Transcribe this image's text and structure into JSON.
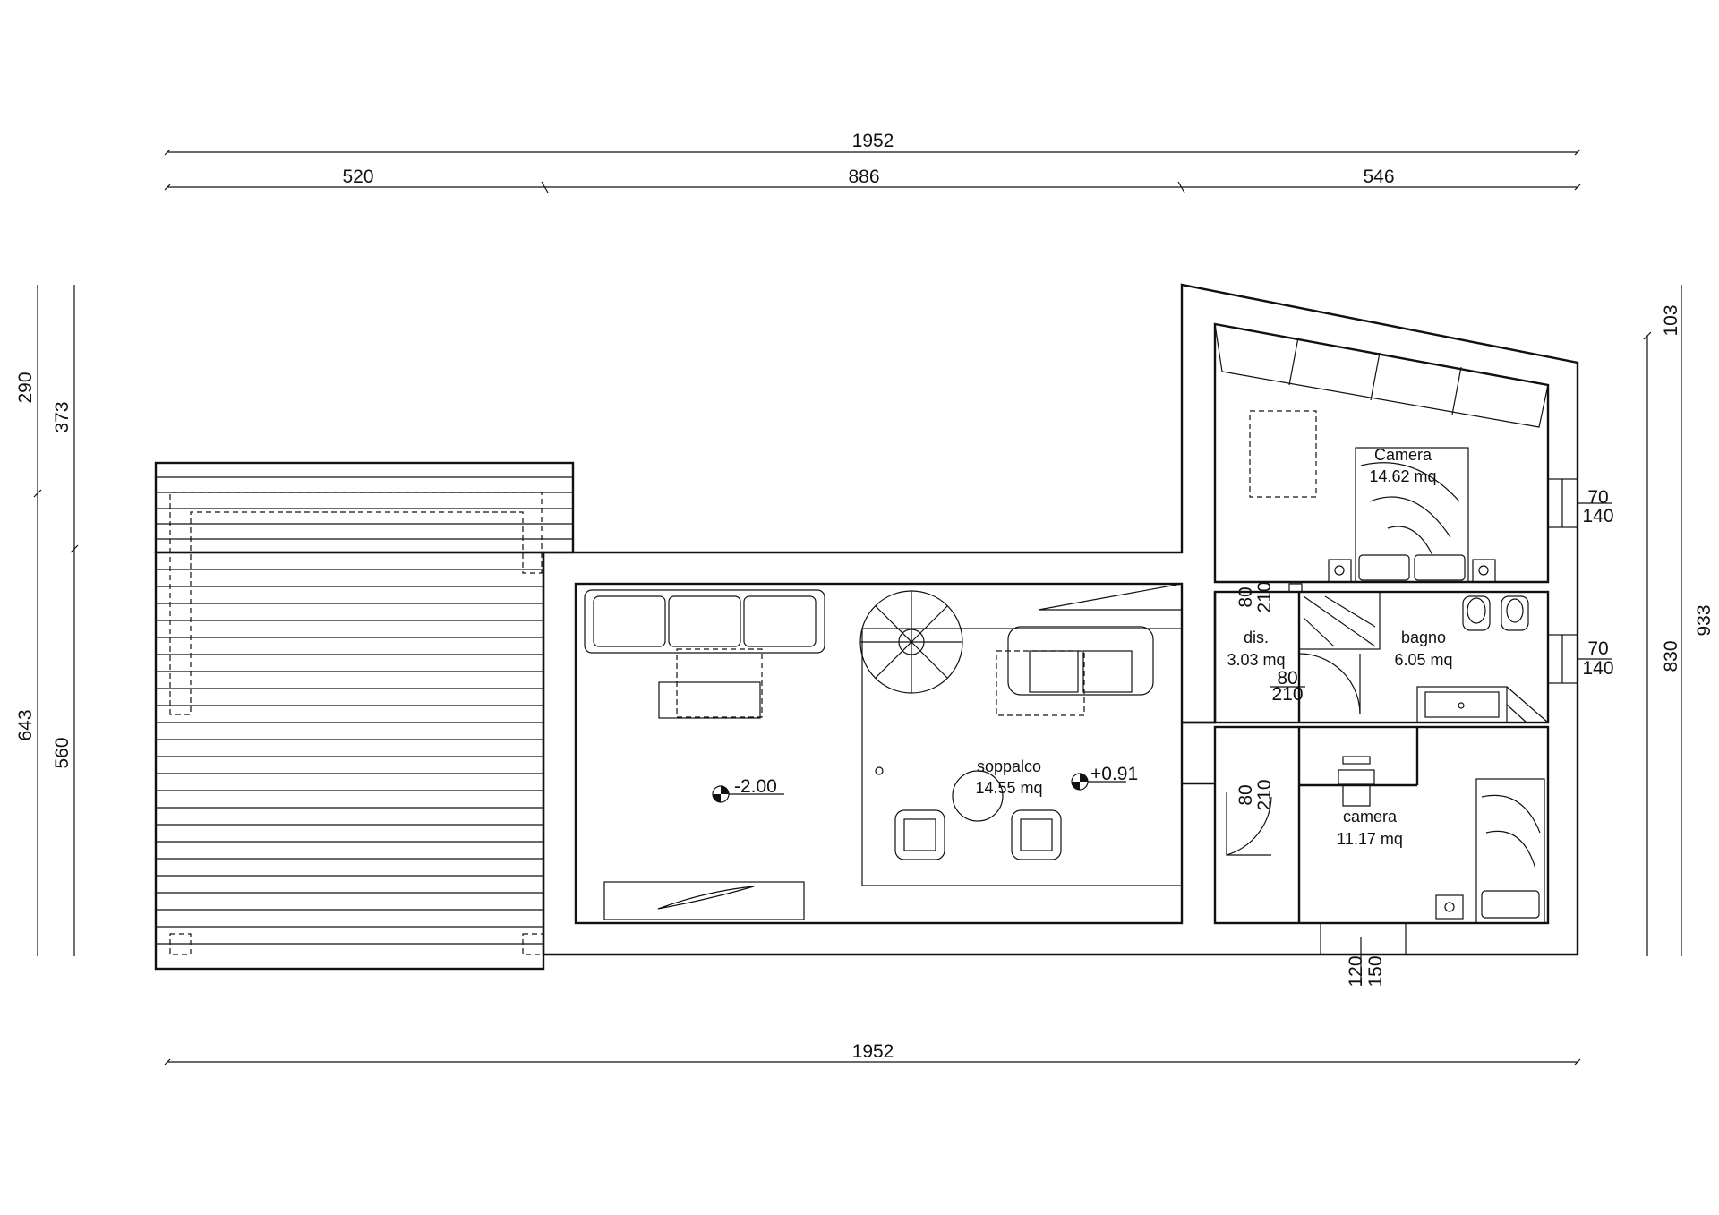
{
  "dimensions": {
    "top_overall": "1952",
    "top_left": "520",
    "top_center": "886",
    "top_right": "546",
    "bottom_overall": "1952",
    "left_outer_top": "290",
    "left_outer_bottom": "643",
    "left_inner_top": "373",
    "left_inner_bottom": "560",
    "right_outer": "933",
    "right_inner_top": "103",
    "right_inner_bottom": "830",
    "window_camera_w": "70",
    "window_camera_h": "140",
    "window_bagno_w": "70",
    "window_bagno_h": "140",
    "door_bottom_w": "120",
    "door_bottom_h": "150",
    "door_dis_top_w": "80",
    "door_dis_top_h": "210",
    "door_bagno_w": "80",
    "door_bagno_h": "210",
    "door_camera2_w": "80",
    "door_camera2_h": "210"
  },
  "rooms": {
    "camera_main": {
      "name": "Camera",
      "area": "14.62 mq"
    },
    "dis": {
      "name": "dis.",
      "area": "3.03 mq"
    },
    "bagno": {
      "name": "bagno",
      "area": "6.05 mq"
    },
    "soppalco": {
      "name": "soppalco",
      "area": "14.55 mq"
    },
    "camera_small": {
      "name": "camera",
      "area": "11.17 mq"
    }
  },
  "levels": {
    "living": "-2.00",
    "soppalco": "+0.91"
  }
}
